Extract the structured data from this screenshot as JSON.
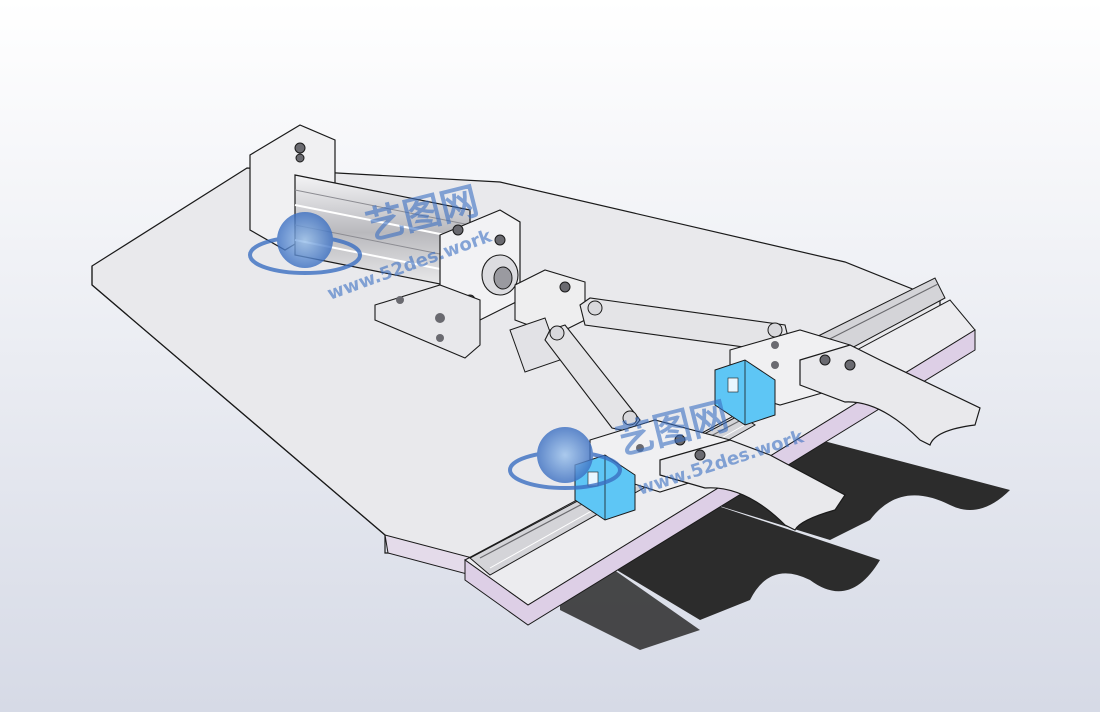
{
  "viewport": {
    "background_top": "#ffffff",
    "background_bottom": "#d6dae6"
  },
  "model": {
    "colors": {
      "base_plate": "#e9e9ec",
      "base_edge": "#ddcfe6",
      "rail": "#c8c8cc",
      "rail_block": "#5ec6f5",
      "linkage": "#e4e4e7",
      "line": "#1a1a1a",
      "shadow": "#2c2c2c"
    },
    "parts": [
      "base-plate",
      "cylinder",
      "rod-clevis",
      "link-arm-upper",
      "link-arm-lower",
      "guide-rail-upper",
      "guide-rail-lower",
      "gripper-jaw-upper",
      "gripper-jaw-lower"
    ]
  },
  "watermarks": [
    {
      "cn": "艺图网",
      "url": "www.52des.work"
    },
    {
      "cn": "艺图网",
      "url": "www.52des.work"
    }
  ],
  "watermark_color": "#3b6fc2"
}
